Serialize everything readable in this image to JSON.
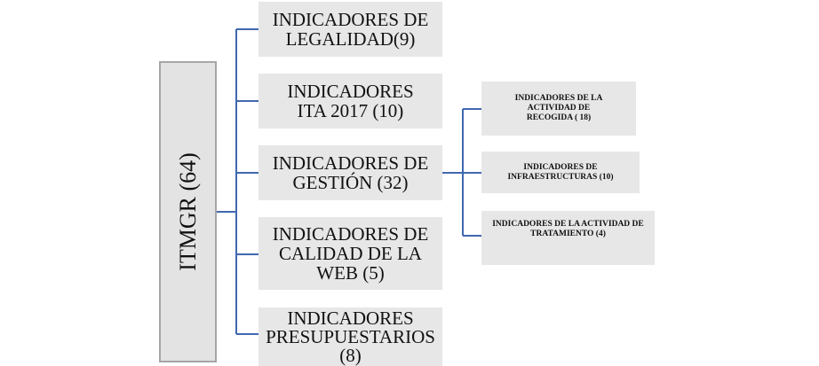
{
  "root": {
    "label": "ITMGR (64)"
  },
  "categories": [
    {
      "label": "INDICADORES DE LEGALIDAD(9)"
    },
    {
      "label": "INDICADORES ITA 2017 (10)"
    },
    {
      "label": "INDICADORES DE GESTIÓN (32)"
    },
    {
      "label": "INDICADORES DE CALIDAD DE LA WEB (5)"
    },
    {
      "label": "INDICADORES PRESUPUESTARIOS (8)"
    }
  ],
  "gestion_subcategories": [
    {
      "label": "INDICADORES DE LA ACTIVIDAD DE RECOGIDA ( 18)"
    },
    {
      "label": "INDICADORES DE INFRAESTRUCTURAS (10)"
    },
    {
      "label": "INDICADORES DE LA ACTIVIDAD DE TRATAMIENTO (4)"
    }
  ],
  "colors": {
    "connector": "#4068b0",
    "box_fill": "#e7e7e7",
    "root_border": "#a6a6a6"
  }
}
